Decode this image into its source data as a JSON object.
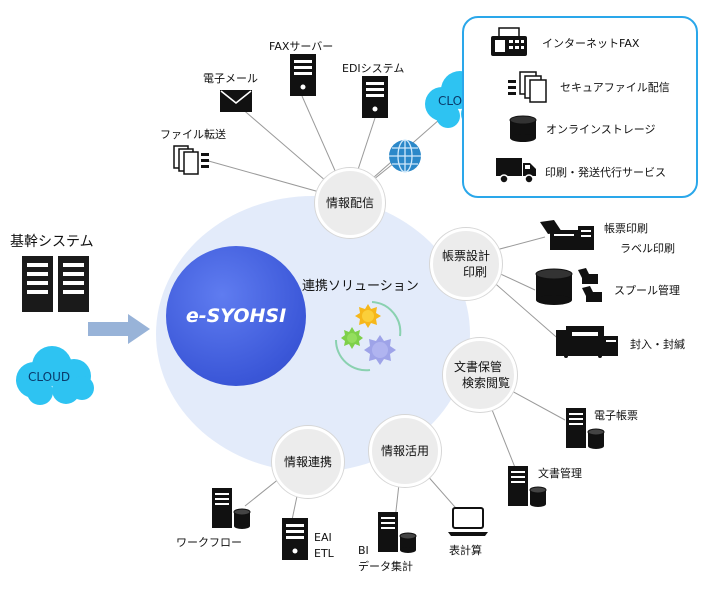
{
  "core_system": {
    "label": "基幹システム",
    "cloud_label": "CLOUD"
  },
  "center": {
    "title": "e-SYOHSI",
    "subtitle": "連携ソリューション"
  },
  "hubs": {
    "distribution": "情報配信",
    "form_design": [
      "帳票設計",
      "印刷"
    ],
    "document": [
      "文書保管",
      "検索閲覧"
    ],
    "usage": "情報活用",
    "integration": "情報連携"
  },
  "distribution_nodes": {
    "file_transfer": "ファイル転送",
    "email": "電子メール",
    "fax_server": "FAXサーバー",
    "edi_system": "EDIシステム",
    "cloud": "CLOUD"
  },
  "external_services": [
    {
      "icon": "fax-machine-icon",
      "label": "インターネットFAX"
    },
    {
      "icon": "secure-file-icon",
      "label": "セキュアファイル配信"
    },
    {
      "icon": "storage-drum-icon",
      "label": "オンラインストレージ"
    },
    {
      "icon": "truck-icon",
      "label": "印刷・発送代行サービス"
    }
  ],
  "print_nodes": {
    "form_print": "帳票印刷",
    "label_print": "ラベル印刷",
    "spool": "スプール管理",
    "enclose": "封入・封緘"
  },
  "document_nodes": {
    "e_form": "電子帳票",
    "doc_mgmt": "文書管理"
  },
  "usage_nodes": {
    "bi": "BI",
    "data_agg": "データ集計",
    "spreadsheet": "表計算"
  },
  "integration_nodes": {
    "workflow": "ワークフロー",
    "eai": "EAI",
    "etl": "ETL"
  },
  "colors": {
    "center": "#3b57d8",
    "cloud": "#2ec3f2",
    "panel_border": "#2aa7ea",
    "arrow": "#98b3d8",
    "background_ellipse": "#e3ebfa"
  }
}
